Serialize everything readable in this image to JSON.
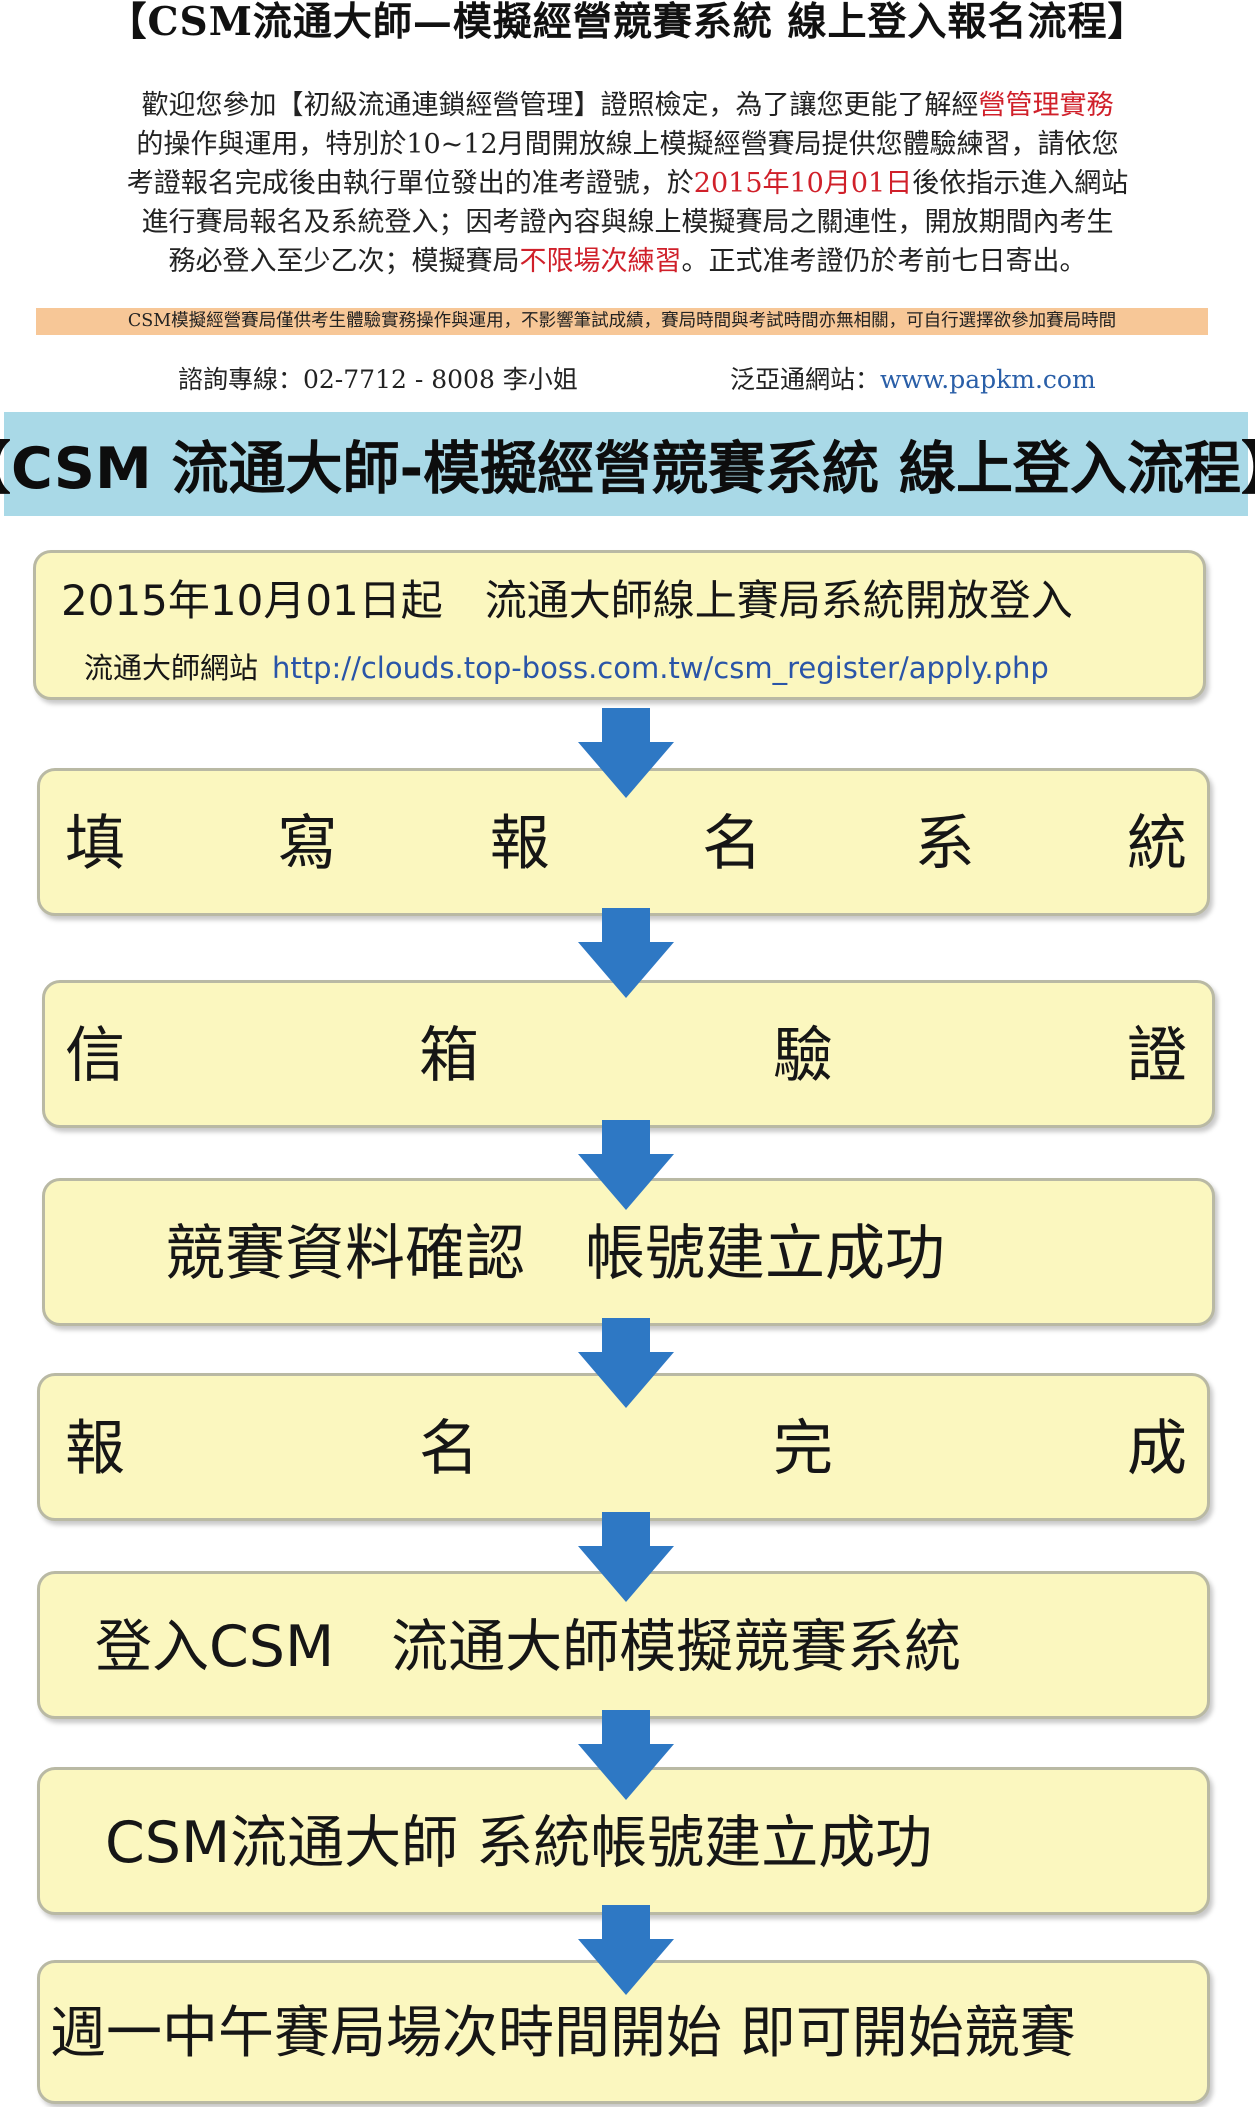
{
  "header": {
    "title": "【CSM流通大師—模擬經營競賽系統  線上登入報名流程】"
  },
  "intro": {
    "line1_a": "歡迎您參加【初級流通連鎖經營管理】證照檢定，為了讓您更能了解經",
    "line1_red": "營管理實務",
    "line2": "的操作與運用，特別於10~12月間開放線上模擬經營賽局提供您體驗練習，請依您",
    "line3_a": "考證報名完成後由執行單位發出的准考證號，於",
    "line3_red": "2015年10月01日",
    "line3_b": "後依指示進入網站",
    "line4": "進行賽局報名及系統登入；因考證內容與線上模擬賽局之關連性，開放期間內考生",
    "line5_a": "務必登入至少乙次；模擬賽局",
    "line5_red": "不限場次練習",
    "line5_b": "。正式准考證仍於考前七日寄出。"
  },
  "notice": "CSM模擬經營賽局僅供考生體驗實務操作與運用，不影響筆試成績，賽局時間與考試時間亦無相關，可自行選擇欲參加賽局時間",
  "contact": {
    "hotline": "諮詢專線：02-7712 - 8008  李小姐",
    "site_label": "泛亞通網站：",
    "site_url": "www.papkm.com"
  },
  "banner": "【CSM 流通大師-模擬經營競賽系統 線上登入流程】",
  "steps": {
    "s1": {
      "main": "2015年10月01日起　流通大師線上賽局系統開放登入",
      "sub_label": "流通大師網站",
      "sub_url": "http://clouds.top-boss.com.tw/csm_register/apply.php"
    },
    "s2": [
      "填",
      "寫",
      "報",
      "名",
      "系",
      "統"
    ],
    "s3": [
      "信",
      "箱",
      "驗",
      "證"
    ],
    "s4": "競賽資料確認　帳號建立成功",
    "s5": [
      "報",
      "名",
      "完",
      "成"
    ],
    "s6": "登入CSM　流通大師模擬競賽系統",
    "s7": "CSM流通大師  系統帳號建立成功",
    "s8": "週一中午賽局場次時間開始  即可開始競賽"
  },
  "colors": {
    "step_fill": "#fbf7bf",
    "step_border": "#b9b9a4",
    "arrow": "#2e78c4",
    "banner": "#a9d9e7",
    "notice": "#f7c797",
    "highlight_red": "#d0202a"
  },
  "icons": {
    "arrow": "arrow-down-icon"
  }
}
